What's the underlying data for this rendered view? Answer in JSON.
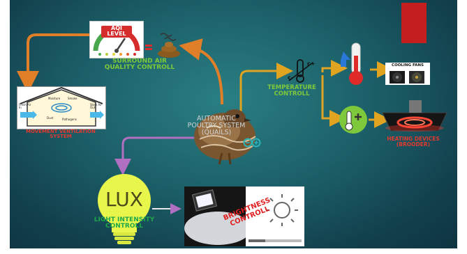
{
  "colors": {
    "background": "#1c5f68",
    "orange_arrow": "#e07f28",
    "amber_arrow": "#e0a420",
    "purple_arrow": "#b06fc0",
    "green_label": "#7ec83b",
    "red_label": "#e23a2f",
    "red_bar": "#c41e1e"
  },
  "center": {
    "line1": "AUTOMATIC",
    "line2": "POULTRY SYSTEM",
    "line3": "(QUAILS)"
  },
  "air_quality": {
    "gauge_title": "AQI LEVEL",
    "label_line1": "SURROUND AIR",
    "label_line2": "QUALITY CONTROLL"
  },
  "ventilation": {
    "label_line1": "MOVEMENT VENTILATION",
    "label_line2": "SYSTEM",
    "diagram": {
      "fresh_air": "Fresh Air In",
      "moisture": "Moisture",
      "smoke": "Smoke",
      "dust": "Dust",
      "pathogens": "Pathogens",
      "stale_air": "Stale Air Out"
    }
  },
  "temperature": {
    "label_line1": "TEMPERATURE",
    "label_line2": "CONTROLL",
    "cooling_fans": "COOLING FANS",
    "heating_line1": "HEATING DEVICES",
    "heating_line2": "(BROODER)"
  },
  "light": {
    "lux": "LUX",
    "label_line1": "LIGHT INTENSITY",
    "label_line2": "CONTROLL",
    "brightness_line1": "BRIGHTNESS",
    "brightness_line2": "CONTROLL"
  }
}
